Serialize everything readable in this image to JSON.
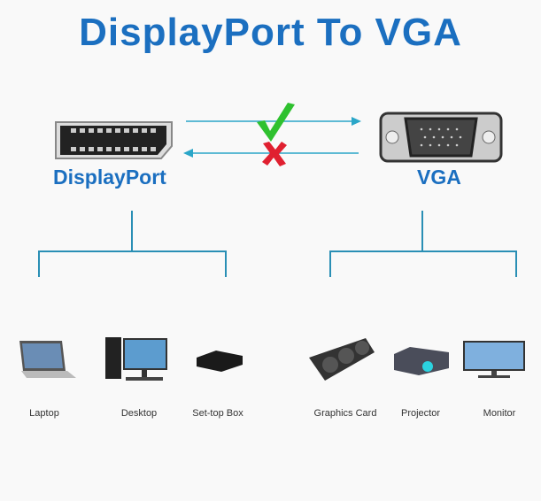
{
  "title": "DisplayPort To VGA",
  "source": {
    "label": "DisplayPort"
  },
  "target": {
    "label": "VGA"
  },
  "arrows": {
    "forward_icon": "check-icon",
    "backward_icon": "cross-icon"
  },
  "colors": {
    "title": "#1b6fc0",
    "line": "#2a8fb5",
    "check": "#2fc12f",
    "cross": "#e02030"
  },
  "source_devices": [
    {
      "label": "Laptop"
    },
    {
      "label": "Desktop"
    },
    {
      "label": "Set-top Box"
    }
  ],
  "target_devices": [
    {
      "label": "Graphics Card"
    },
    {
      "label": "Projector"
    },
    {
      "label": "Monitor"
    }
  ]
}
